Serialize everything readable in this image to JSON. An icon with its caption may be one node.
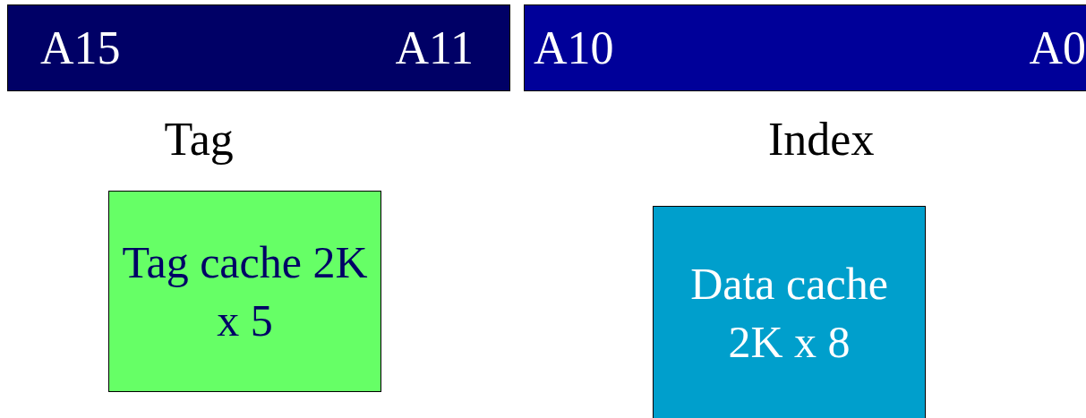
{
  "diagram": {
    "nodes": [
      {
        "text": [
          "A15",
          "A11"
        ],
        "beside": [
          "Tag"
        ]
      },
      {
        "text": [
          "A10",
          "A0"
        ],
        "beside": [
          "Index"
        ]
      },
      {
        "text": [
          "Tag cache 2K x 5"
        ]
      },
      {
        "text": [
          "Data cache 2K x 8"
        ]
      }
    ]
  }
}
